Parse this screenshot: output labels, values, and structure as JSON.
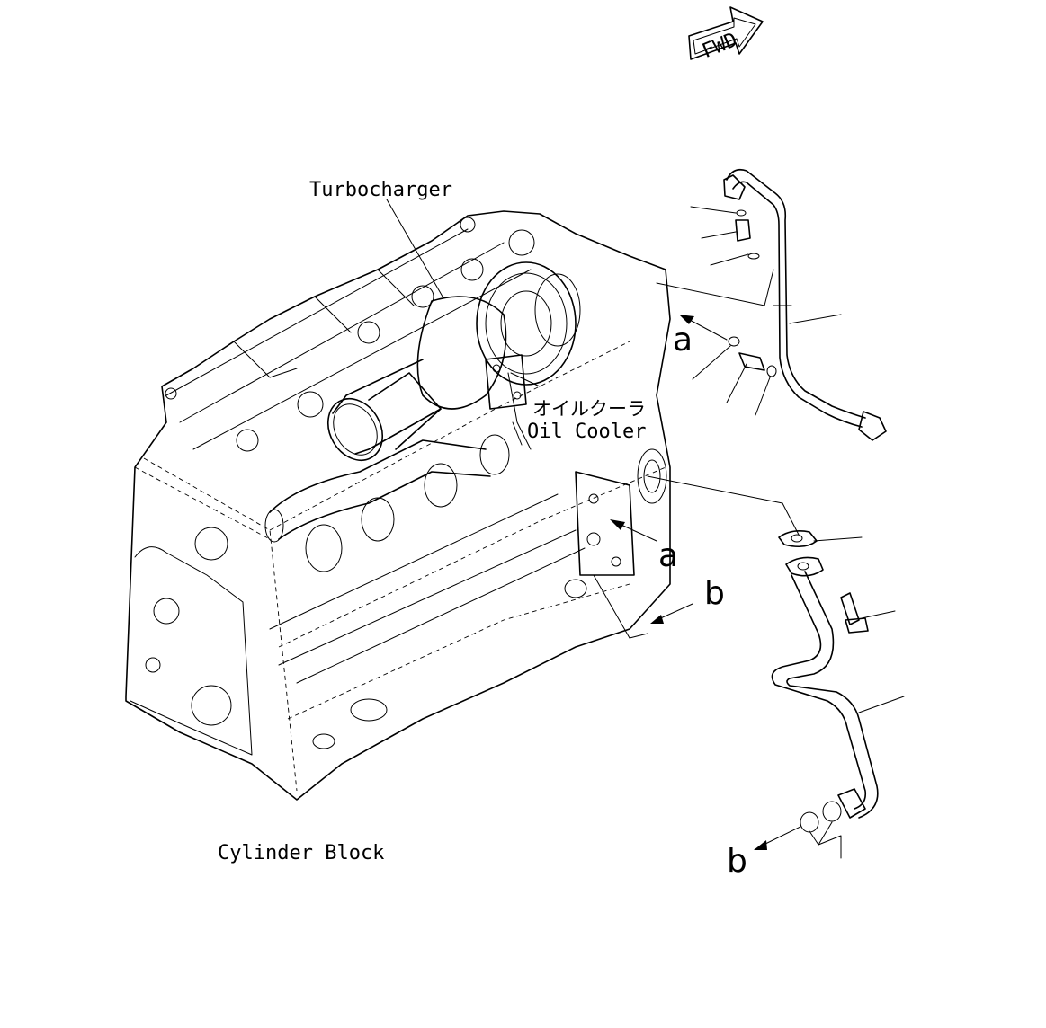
{
  "fwd_label": "FWD",
  "callouts": {
    "turbocharger": "Turbocharger",
    "oil_cooler_jp": "オイルクーラ",
    "oil_cooler": "Oil Cooler",
    "cylinder_block": "Cylinder Block"
  },
  "refs": {
    "a_upper": "a",
    "a_lower": "a",
    "b_upper": "b",
    "b_lower": "b"
  }
}
